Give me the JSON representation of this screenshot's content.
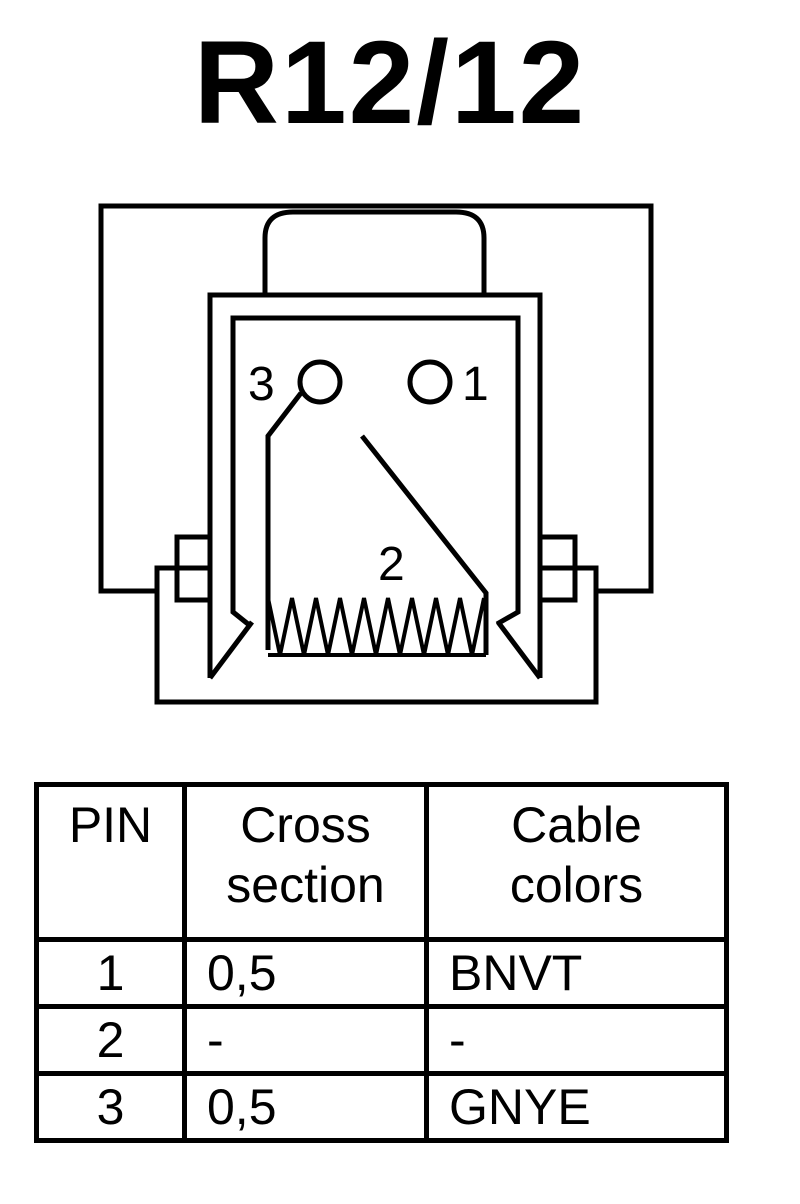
{
  "title": "R12/12",
  "diagram": {
    "pin_labels": {
      "pin1": "1",
      "pin2": "2",
      "pin3": "3"
    }
  },
  "table": {
    "headers": {
      "pin": "PIN",
      "cross_section": [
        "Cross",
        "section"
      ],
      "cable_colors": [
        "Cable",
        "colors"
      ]
    },
    "rows": [
      {
        "pin": "1",
        "cross_section": "0,5",
        "cable_color": "BNVT"
      },
      {
        "pin": "2",
        "cross_section": "-",
        "cable_color": "-"
      },
      {
        "pin": "3",
        "cross_section": "0,5",
        "cable_color": "GNYE"
      }
    ]
  }
}
